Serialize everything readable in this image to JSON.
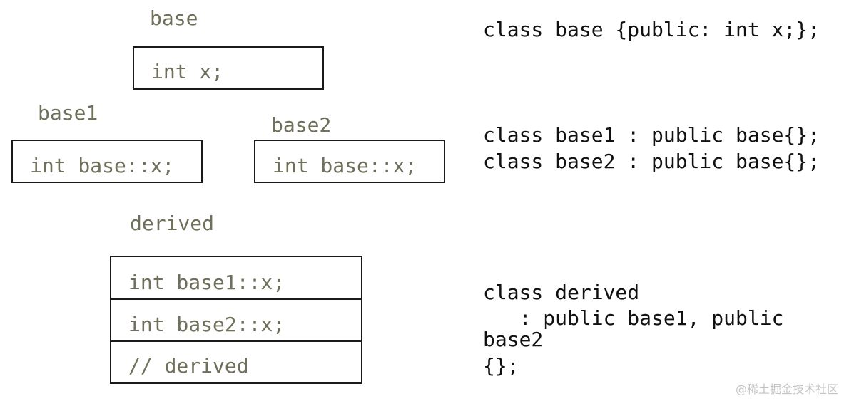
{
  "diagram": {
    "base": {
      "label": "base",
      "fields": [
        "int x;"
      ]
    },
    "base1": {
      "label": "base1",
      "fields": [
        "int base::x;"
      ]
    },
    "base2": {
      "label": "base2",
      "fields": [
        "int base::x;"
      ]
    },
    "derived": {
      "label": "derived",
      "fields": [
        "int base1::x;",
        "int base2::x;",
        "// derived"
      ]
    }
  },
  "code": {
    "base_decl": "class base {public: int x;};",
    "base1_decl": "class base1 : public base{};",
    "base2_decl": "class base2 : public base{};",
    "derived_lines": [
      "class derived",
      "   : public base1, public",
      "base2",
      "{};"
    ]
  },
  "watermark": "@稀土掘金技术社区"
}
